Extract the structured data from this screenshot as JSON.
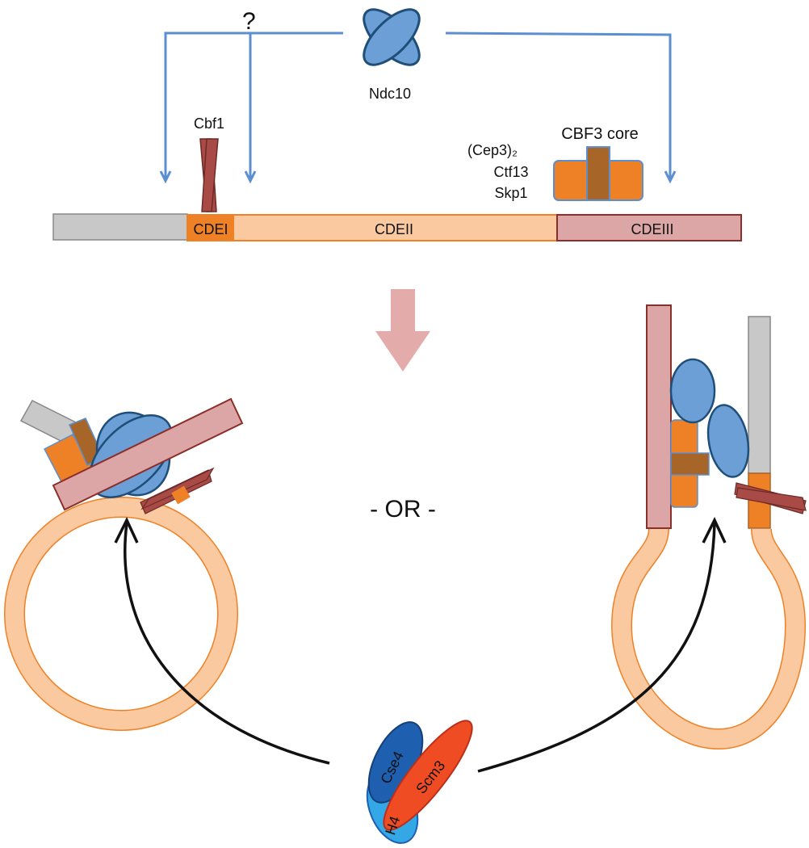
{
  "labels": {
    "question_mark": "?",
    "ndc10": "Ndc10",
    "cbf1": "Cbf1",
    "cbf3_core": "CBF3 core",
    "cep3": "(Cep3)₂",
    "ctf13": "Ctf13",
    "skp1": "Skp1",
    "cdei": "CDEI",
    "cdeii": "CDEII",
    "cdeiii": "CDEIII",
    "or": "- OR -",
    "cse4": "Cse4",
    "scm3": "Scm3",
    "h4": "H4"
  },
  "colors": {
    "ndc10_blue": "#6b9fd6",
    "ndc10_stroke": "#1f4e79",
    "arrow_blue": "#5b8fd0",
    "cbf1_brown": "#a84a45",
    "cbf3_orange": "#ee8126",
    "cbf3_brown": "#a86528",
    "cdeii_peach": "#fbc9a0",
    "cdeiii_pink": "#dda6a6",
    "grey_dna": "#c8c8c8",
    "down_arrow": "#e3acab",
    "cse4_blue": "#1f5fb0",
    "scm3_red": "#f04c23",
    "h4_cyan": "#34a8e6"
  }
}
